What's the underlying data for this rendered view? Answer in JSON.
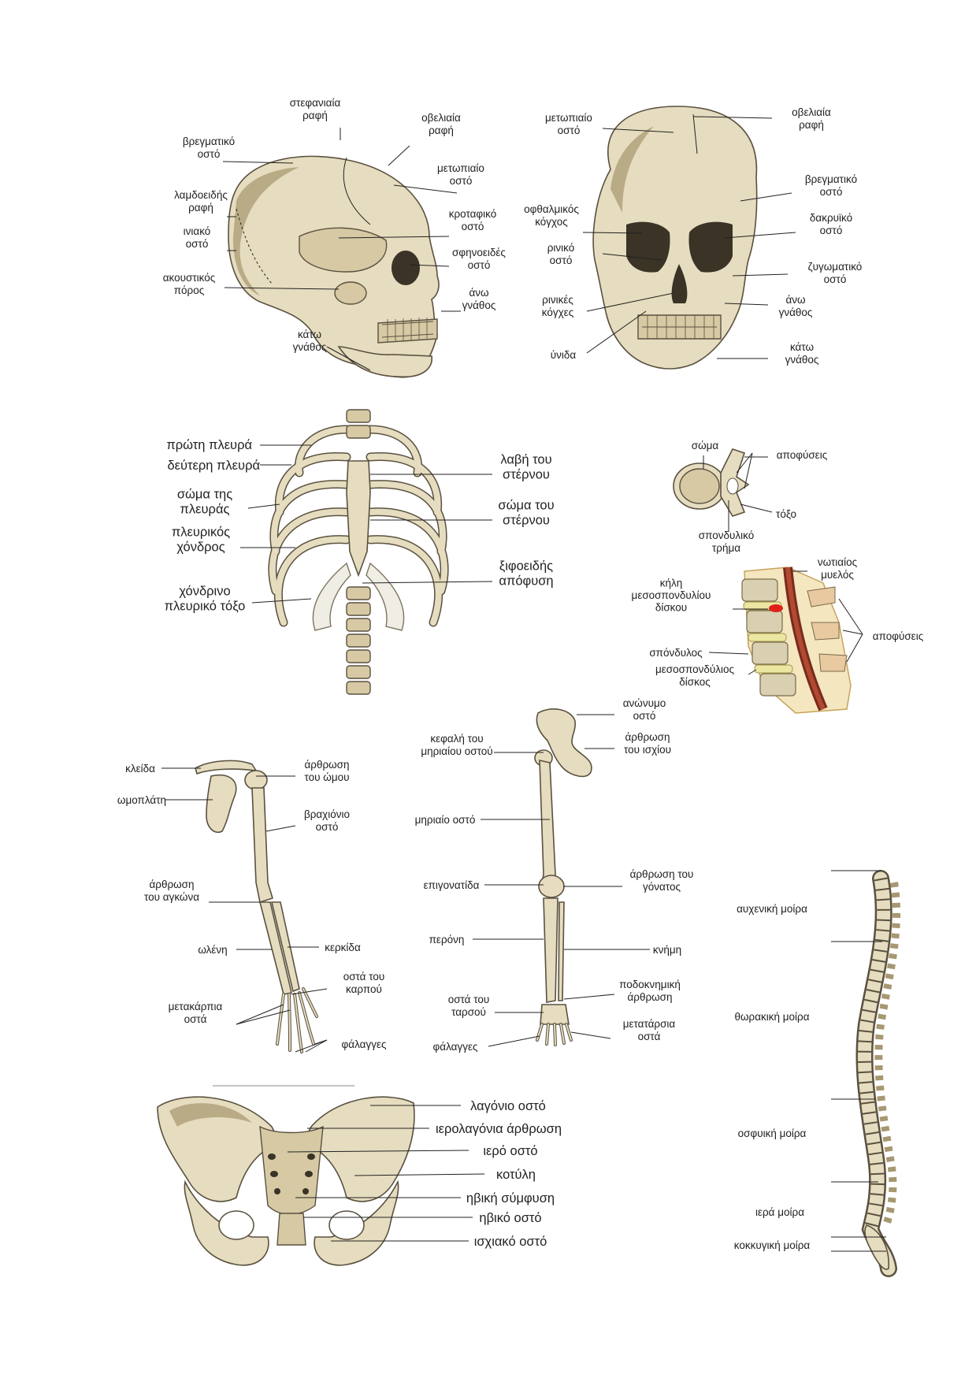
{
  "skull_side": {
    "labels": [
      "στεφανιαία\nραφή",
      "οβελιαία\nραφή",
      "βρεγματικό\nοστό",
      "μετωπιαίο\nοστό",
      "λαμδοειδής\nραφή",
      "κροταφικό\nοστό",
      "ινιακό\nοστό",
      "σφηνοειδές\nοστό",
      "ακουστικός\nπόρος",
      "άνω\nγνάθος",
      "κάτω\nγνάθος"
    ]
  },
  "skull_front": {
    "labels": [
      "μετωπιαίο\nοστό",
      "οβελιαία\nραφή",
      "βρεγματικό\nοστό",
      "οφθαλμικός\nκόγχος",
      "δακρυϊκό\nοστό",
      "ρινικό\nοστό",
      "ζυγωματικό\nοστό",
      "ρινικές\nκόγχες",
      "άνω\nγνάθος",
      "ύνιδα",
      "κάτω\nγνάθος"
    ]
  },
  "rib_cage": {
    "labels": [
      "πρώτη πλευρά",
      "δεύτερη πλευρά",
      "σώμα της\nπλευράς",
      "πλευρικός\nχόνδρος",
      "χόνδρινο\nπλευρικό τόξο",
      "λαβή του\nστέρνου",
      "σώμα του\nστέρνου",
      "ξιφοειδής\nαπόφυση"
    ]
  },
  "vertebra": {
    "labels": [
      "σώμα",
      "αποφύσεις",
      "τόξο",
      "σπονδυλικό\nτρήμα"
    ]
  },
  "spine_section": {
    "labels": [
      "νωτιαίος\nμυελός",
      "κήλη\nμεσοσπονδυλίου\nδίσκου",
      "αποφύσεις",
      "σπόνδυλος",
      "μεσοσπονδύλιος\nδίσκος"
    ]
  },
  "arm": {
    "labels": [
      "κλείδα",
      "άρθρωση\nτου ώμου",
      "ωμοπλάτη",
      "βραχιόνιο\nοστό",
      "άρθρωση\nτου αγκώνα",
      "ωλένη",
      "κερκίδα",
      "οστά του\nκαρπού",
      "μετακάρπια\nοστά",
      "φάλαγγες"
    ]
  },
  "leg": {
    "labels": [
      "ανώνυμο\nοστό",
      "κεφαλή του\nμηριαίου οστού",
      "άρθρωση\nτου ισχίου",
      "μηριαίο οστό",
      "επιγονατίδα",
      "άρθρωση του\nγόνατος",
      "περόνη",
      "κνήμη",
      "ποδοκνημική\nάρθρωση",
      "οστά του\nταρσού",
      "μετατάρσια\nοστά",
      "φάλαγγες"
    ]
  },
  "spine_column": {
    "labels": [
      "αυχενική μοίρα",
      "θωρακική μοίρα",
      "οσφυική μοίρα",
      "ιερά μοίρα",
      "κοκκυγική μοίρα"
    ]
  },
  "pelvis": {
    "labels": [
      "λαγόνιο οστό",
      "ιερολαγόνια άρθρωση",
      "ιερό οστό",
      "κοτύλη",
      "ηβική σύμφυση",
      "ηβικό οστό",
      "ισχιακό οστό"
    ]
  }
}
